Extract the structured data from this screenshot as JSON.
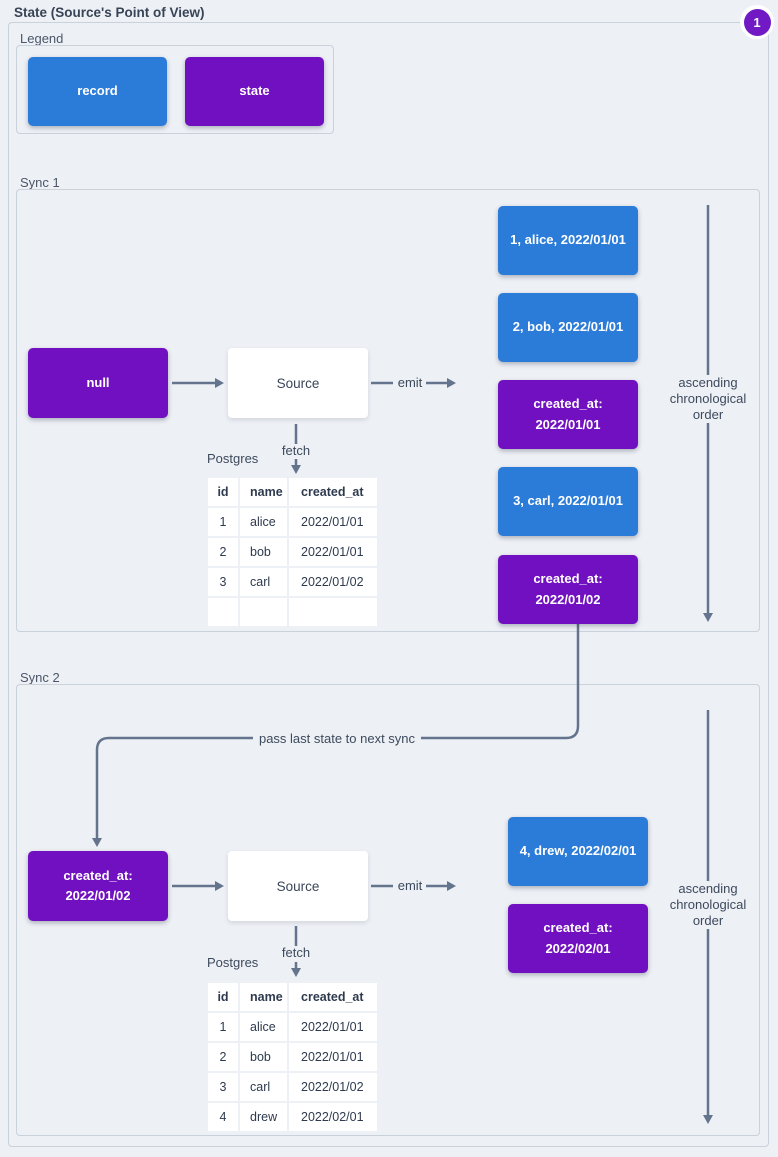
{
  "title": "State (Source's Point of View)",
  "badge": "1",
  "colors": {
    "record": "#2b7cd8",
    "state": "#7110c0",
    "line": "#64748c",
    "background": "#edf0f5",
    "badge": "#7019c4"
  },
  "legend": {
    "title": "Legend",
    "record": "record",
    "state": "state"
  },
  "labels": {
    "source": "Source",
    "emit": "emit",
    "fetch": "fetch",
    "postgres": "Postgres",
    "order1": "ascending",
    "order2": "chronological",
    "order3": "order",
    "pass_state": "pass last state to next sync"
  },
  "sync1": {
    "title": "Sync 1",
    "input_state": "null",
    "emitted": [
      {
        "kind": "record",
        "text": "1, alice, 2022/01/01"
      },
      {
        "kind": "record",
        "text": "2, bob, 2022/01/01"
      },
      {
        "kind": "state",
        "line1": "created_at:",
        "line2": "2022/01/01"
      },
      {
        "kind": "record",
        "text": "3, carl, 2022/01/01"
      },
      {
        "kind": "state",
        "line1": "created_at:",
        "line2": "2022/01/02"
      }
    ],
    "table": {
      "headers": [
        "id",
        "name",
        "created_at"
      ],
      "rows": [
        [
          "1",
          "alice",
          "2022/01/01"
        ],
        [
          "2",
          "bob",
          "2022/01/01"
        ],
        [
          "3",
          "carl",
          "2022/01/02"
        ],
        [
          "",
          "",
          ""
        ]
      ]
    }
  },
  "sync2": {
    "title": "Sync 2",
    "input_state": {
      "line1": "created_at:",
      "line2": "2022/01/02"
    },
    "emitted": [
      {
        "kind": "record",
        "text": "4, drew, 2022/02/01"
      },
      {
        "kind": "state",
        "line1": "created_at:",
        "line2": "2022/02/01"
      }
    ],
    "table": {
      "headers": [
        "id",
        "name",
        "created_at"
      ],
      "rows": [
        [
          "1",
          "alice",
          "2022/01/01"
        ],
        [
          "2",
          "bob",
          "2022/01/01"
        ],
        [
          "3",
          "carl",
          "2022/01/02"
        ],
        [
          "4",
          "drew",
          "2022/02/01"
        ]
      ]
    }
  }
}
